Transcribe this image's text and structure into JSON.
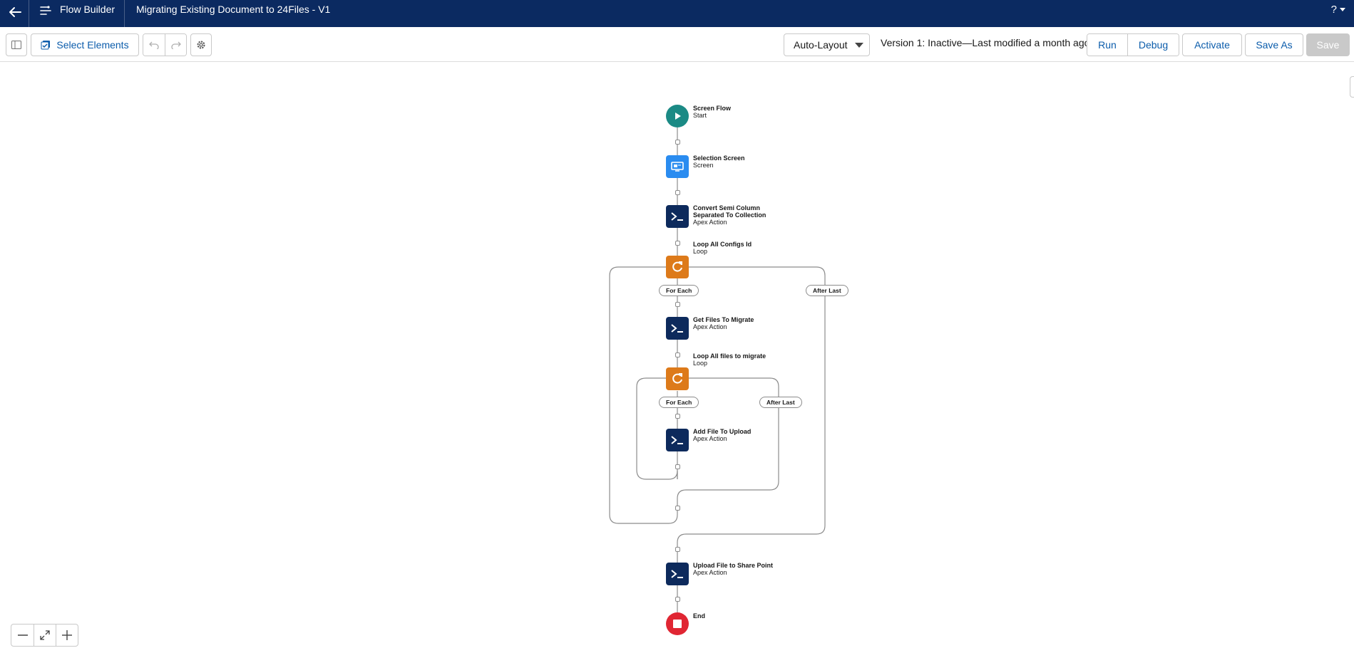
{
  "header": {
    "app_label": "Flow Builder",
    "flow_title": "Migrating Existing Document to 24Files - V1",
    "help_label": "?"
  },
  "toolbar": {
    "select_elements_label": "Select Elements",
    "layout_value": "Auto-Layout",
    "version_text": "Version 1: Inactive—Last modified a month ago",
    "run_label": "Run",
    "debug_label": "Debug",
    "activate_label": "Activate",
    "save_as_label": "Save As",
    "save_label": "Save"
  },
  "flow": {
    "start": {
      "title": "Screen Flow",
      "subtitle": "Start"
    },
    "selection_screen": {
      "title": "Selection Screen",
      "subtitle": "Screen"
    },
    "convert": {
      "title": "Convert Semi Column Separated To Collection",
      "subtitle": "Apex Action"
    },
    "loop_configs": {
      "title": "Loop All Configs Id",
      "subtitle": "Loop"
    },
    "get_files": {
      "title": "Get Files To Migrate",
      "subtitle": "Apex Action"
    },
    "loop_files": {
      "title": "Loop All files to migrate",
      "subtitle": "Loop"
    },
    "add_file": {
      "title": "Add File To Upload",
      "subtitle": "Apex Action"
    },
    "upload": {
      "title": "Upload File to Share Point",
      "subtitle": "Apex Action"
    },
    "end": {
      "title": "End"
    },
    "for_each_label": "For Each",
    "after_last_label": "After Last"
  },
  "colors": {
    "header_bg": "#0b2a61",
    "start_node": "#1b8a85",
    "screen_node": "#2a8cf0",
    "action_node": "#0d2a5c",
    "loop_node": "#dd7a1a",
    "end_node": "#e02633",
    "link_blue": "#0b5cab"
  }
}
